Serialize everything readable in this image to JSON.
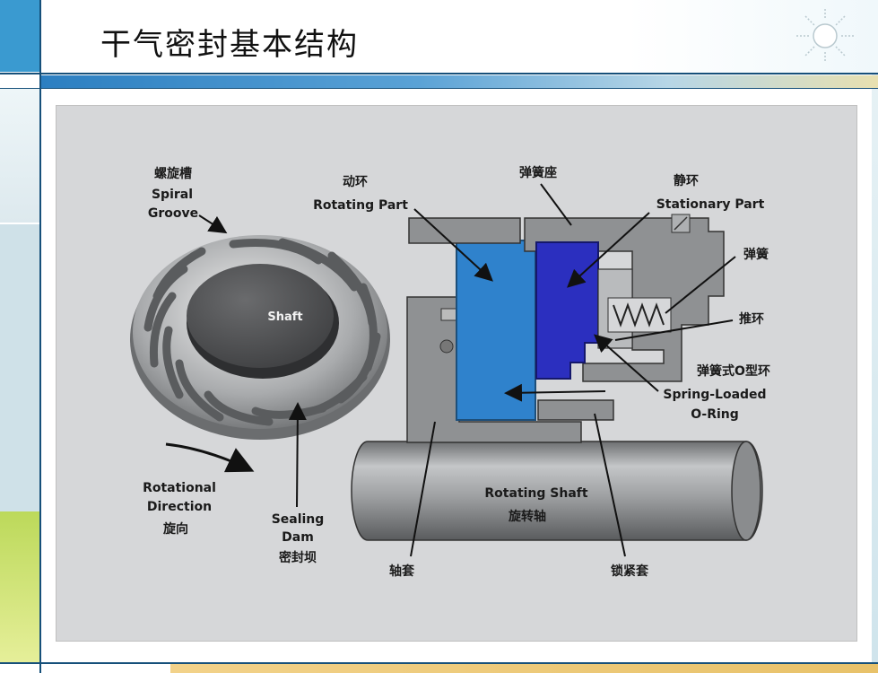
{
  "title": "干气密封基本结构",
  "labels": {
    "spiral_cn": "螺旋槽",
    "spiral_en1": "Spiral",
    "spiral_en2": "Groove",
    "shaft": "Shaft",
    "rot_dir1": "Rotational",
    "rot_dir2": "Direction",
    "rot_dir_cn": "旋向",
    "sealing1": "Sealing",
    "sealing2": "Dam",
    "sealing_cn": "密封坝",
    "rotating_cn": "动环",
    "rotating_en": "Rotating Part",
    "spring_seat": "弹簧座",
    "stationary_cn": "静环",
    "stationary_en": "Stationary Part",
    "spring": "弹簧",
    "push_ring": "推环",
    "oring_cn": "弹簧式O型环",
    "oring_en1": "Spring-Loaded",
    "oring_en2": "O-Ring",
    "shaft_en": "Rotating Shaft",
    "shaft_cn": "旋转轴",
    "sleeve": "轴套",
    "lock_sleeve": "锁紧套"
  },
  "colors": {
    "rotating": "#2f82cc",
    "stationary": "#2b2fbf",
    "housing": "#8a8c8e",
    "panel": "#d6d7d9"
  }
}
